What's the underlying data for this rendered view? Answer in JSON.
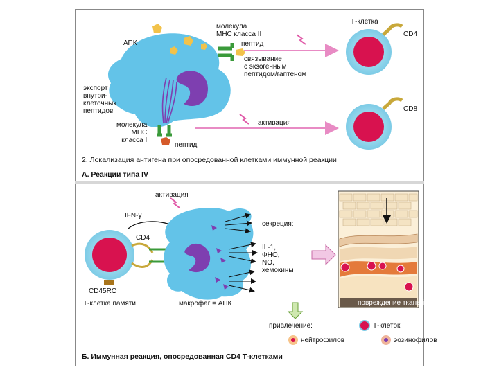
{
  "panel_a": {
    "apc_label": "АПК",
    "mhc2_label": "молекула\nМНС класса II",
    "peptide_top_label": "пептид",
    "binding_label": "связывание\nс экзогенным\nпептидом/гаптеном",
    "tcell_label": "Т-клетка",
    "cd4_label": "CD4",
    "export_label": "экспорт\nвнутри-\nклеточных\nпептидов",
    "mhc1_label": "молекула\nМНС\nкласса I",
    "peptide_bottom_label": "пептид",
    "activation_label": "активация",
    "cd8_label": "CD8",
    "caption": "2. Локализация антигена при опосредованной клетками иммунной реакции",
    "heading": "А. Реакции типа IV"
  },
  "panel_b": {
    "activation_label": "активация",
    "ifn_label": "IFN-γ",
    "cd4_label": "CD4",
    "cd45ro_label": "CD45RO",
    "memory_cell_label": "Т-клетка памяти",
    "macrophage_label": "макрофаг = АПК",
    "secretion_label": "секреция:",
    "secretion_items": "IL-1,\nФНО,\nNO,\nхемокины",
    "tissue_damage_label": "повреждение тканей",
    "recruitment_label": "привлечение:",
    "tcells_legend": "Т-клеток",
    "neutrophils_legend": "нейтрофилов",
    "eosinophils_legend": "эозинофилов",
    "heading": "Б. Иммунная реакция, опосредованная CD4 Т-клетками"
  },
  "colors": {
    "cell_blue": "#63c3e8",
    "nucleus_purple": "#7e3fb0",
    "tcell_red": "#d8124f",
    "arrow_pink": "#e88bc4",
    "receptor_green": "#3a9a3a",
    "yellow": "#f2c24a"
  }
}
